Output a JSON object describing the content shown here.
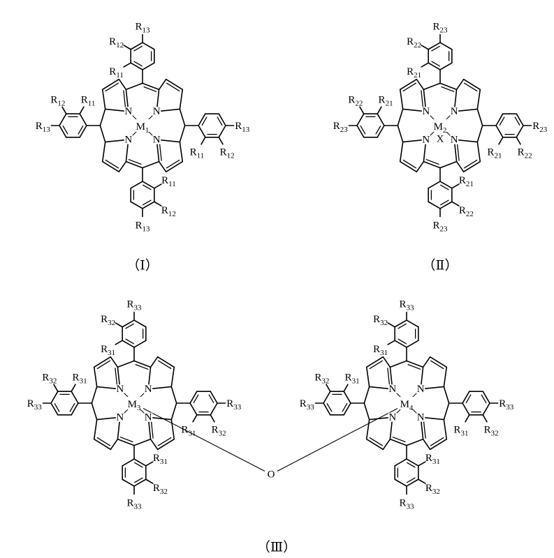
{
  "structures": [
    {
      "caption": "（Ⅰ）",
      "metal": {
        "symbol": "M",
        "index": "1"
      },
      "axial": "",
      "substituents": [
        "11",
        "12",
        "13"
      ]
    },
    {
      "caption": "（Ⅱ）",
      "metal": {
        "symbol": "M",
        "index": "2"
      },
      "axial": "X",
      "substituents": [
        "21",
        "22",
        "23"
      ]
    },
    {
      "caption": "",
      "metal": {
        "symbol": "M",
        "index": "3"
      },
      "axial": "",
      "substituents": [
        "31",
        "32",
        "33"
      ]
    },
    {
      "caption": "",
      "metal": {
        "symbol": "M",
        "index": "4"
      },
      "axial": "",
      "substituents": [
        "31",
        "32",
        "33"
      ]
    }
  ],
  "bridge_atom": "O",
  "dimer_caption": "（Ⅲ）",
  "nitrogen_label": "N",
  "r_label": "R"
}
